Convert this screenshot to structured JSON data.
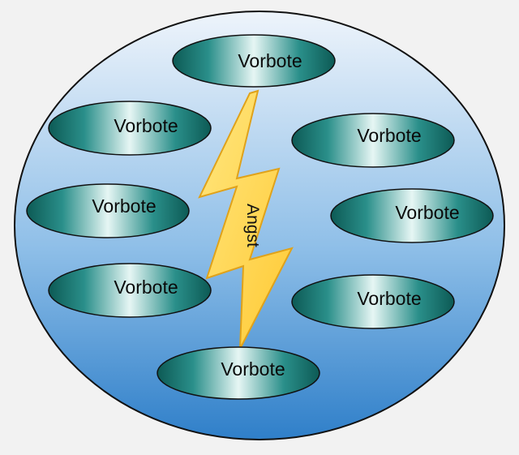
{
  "diagram": {
    "center_label": "Angst",
    "nodes": [
      {
        "id": "top",
        "label": "Vorbote"
      },
      {
        "id": "upper-left",
        "label": "Vorbote"
      },
      {
        "id": "upper-right",
        "label": "Vorbote"
      },
      {
        "id": "mid-left",
        "label": "Vorbote"
      },
      {
        "id": "mid-right",
        "label": "Vorbote"
      },
      {
        "id": "lower-left",
        "label": "Vorbote"
      },
      {
        "id": "lower-right",
        "label": "Vorbote"
      },
      {
        "id": "bottom",
        "label": "Vorbote"
      }
    ]
  },
  "colors": {
    "background": "#f2f2f2",
    "circle_top": "#eef4fb",
    "circle_bottom": "#2f7fc9",
    "node_edge": "#0d5a55",
    "node_center": "#e6f6f4",
    "bolt_fill": "#ffd84d",
    "bolt_stroke": "#e0a21a"
  }
}
